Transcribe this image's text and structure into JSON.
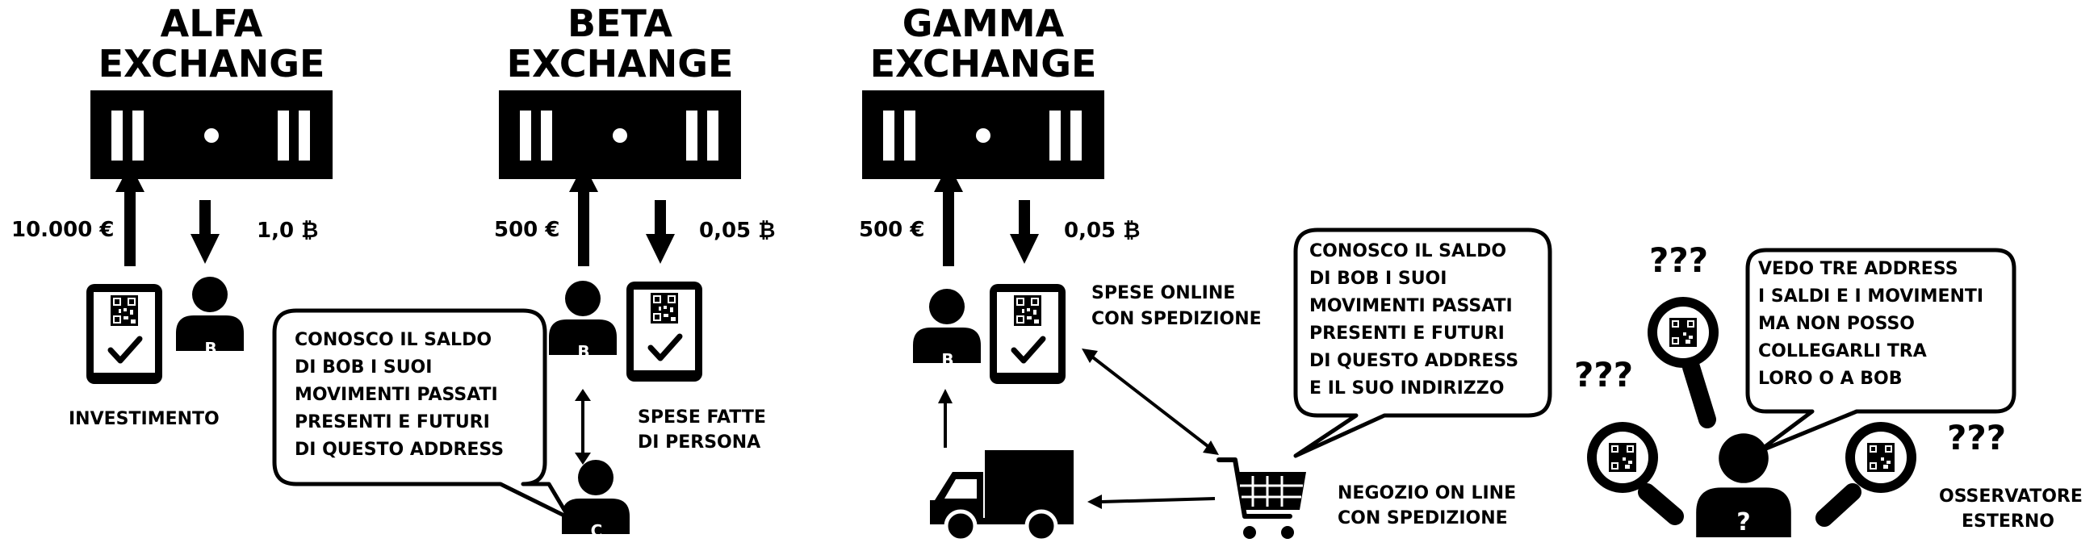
{
  "exchanges": [
    {
      "line1": "ALFA",
      "line2": "EXCHANGE"
    },
    {
      "line1": "BETA",
      "line2": "EXCHANGE"
    },
    {
      "line1": "GAMMA",
      "line2": "EXCHANGE"
    }
  ],
  "amounts": {
    "alfa_euro": "10.000 €",
    "alfa_btc": "1,0 ₿",
    "beta_euro": "500 €",
    "beta_btc": "0,05 ₿",
    "gamma_euro": "500 €",
    "gamma_btc": "0,05 ₿"
  },
  "captions": {
    "investimento": "INVESTIMENTO",
    "spese_persona_1": "SPESE FATTE",
    "spese_persona_2": "DI PERSONA",
    "spese_online_1": "SPESE ONLINE",
    "spese_online_2": "CON SPEDIZIONE",
    "negozio_1": "NEGOZIO ON LINE",
    "negozio_2": "CON SPEDIZIONE",
    "osservatore_1": "OSSERVATORE",
    "osservatore_2": "ESTERNO"
  },
  "user_letters": {
    "bob": "B",
    "carol": "C",
    "observer": "?"
  },
  "bubbles": {
    "c_bubble": [
      "CONOSCO IL SALDO",
      "DI  BOB  I SUOI",
      "MOVIMENTI PASSATI",
      "PRESENTI E FUTURI",
      "DI QUESTO  ADDRESS"
    ],
    "shop_bubble": [
      "CONOSCO IL SALDO",
      "DI  BOB  I SUOI",
      "MOVIMENTI PASSATI",
      "PRESENTI E FUTURI",
      "DI QUESTO  ADDRESS",
      "E IL SUO INDIRIZZO"
    ],
    "observer_bubble": [
      "VEDO TRE ADDRESS",
      "I SALDI E I MOVIMENTI",
      "MA NON POSSO",
      "COLLEGARLI TRA",
      "LORO O A BOB"
    ]
  },
  "question_marks": [
    "???",
    "???",
    "???"
  ]
}
